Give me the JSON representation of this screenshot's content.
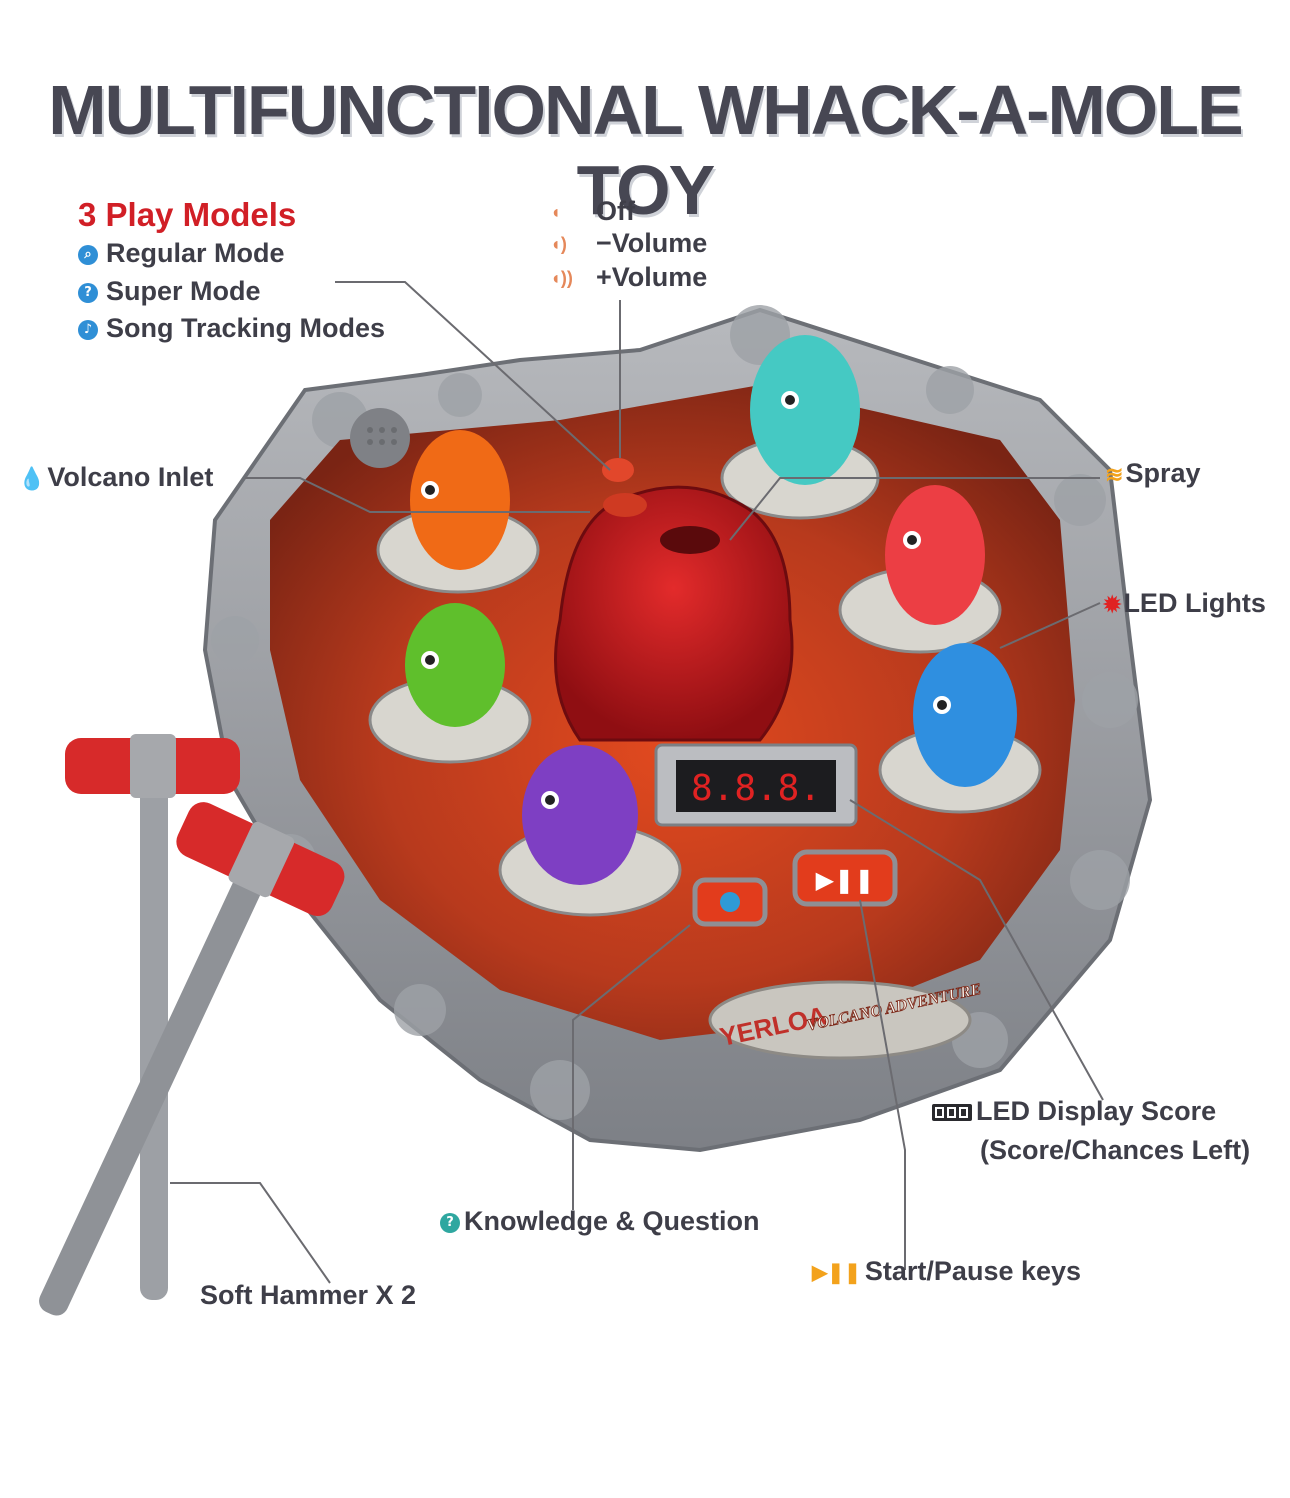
{
  "title": "MULTIFUNCTIONAL WHACK-A-MOLE TOY",
  "play_models": {
    "heading": "3 Play Models",
    "modes": [
      {
        "label": "Regular Mode",
        "icon": "magnifier-icon",
        "color": "#2f8fd6"
      },
      {
        "label": "Super Mode",
        "icon": "question-icon",
        "color": "#2f8fd6"
      },
      {
        "label": "Song Tracking Modes",
        "icon": "music-icon",
        "color": "#2f8fd6"
      }
    ]
  },
  "sound": {
    "items": [
      {
        "label": "Off",
        "icon": "speaker-off-icon"
      },
      {
        "label": "−Volume",
        "icon": "speaker-low-icon"
      },
      {
        "label": "+Volume",
        "icon": "speaker-high-icon"
      }
    ],
    "icon_color": "#e5885a"
  },
  "callouts": {
    "volcano_inlet": "Volcano Inlet",
    "spray": "Spray",
    "led_lights": "LED Lights",
    "led_display_line1": "LED Display Score",
    "led_display_line2": "(Score/Chances Left)",
    "knowledge": "Knowledge & Question",
    "start_pause": "Start/Pause keys",
    "hammer": "Soft Hammer X 2"
  },
  "toy": {
    "display_digits": "8.8.8.",
    "brand": "YERLOA",
    "brand_sub": "VOLCANO ADVENTURE"
  },
  "colors": {
    "accent_red": "#d11f26",
    "icon_orange": "#f3a21c",
    "icon_teal": "#2fa7a0",
    "lava": "#b4321f",
    "rock": "#8f9297"
  }
}
